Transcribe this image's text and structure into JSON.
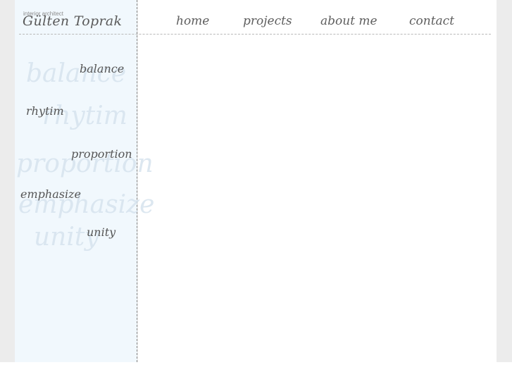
{
  "brand": {
    "tagline": "interior architect",
    "name": "Gülten Toprak"
  },
  "nav": {
    "items": [
      {
        "label": "home"
      },
      {
        "label": "projects"
      },
      {
        "label": "about me"
      },
      {
        "label": "contact"
      }
    ]
  },
  "sidebar": {
    "links": [
      {
        "label": "balance",
        "ghost": "balance"
      },
      {
        "label": "rhytim",
        "ghost": "rhytim"
      },
      {
        "label": "proportion",
        "ghost": "proportion"
      },
      {
        "label": "emphasize",
        "ghost": "emphasize"
      },
      {
        "label": "unity",
        "ghost": "unity"
      }
    ]
  },
  "colors": {
    "sidebar_bg": "#f1f8fd",
    "page_bg": "#ececec",
    "main_bg": "#ffffff",
    "text": "#5a5a5a"
  }
}
